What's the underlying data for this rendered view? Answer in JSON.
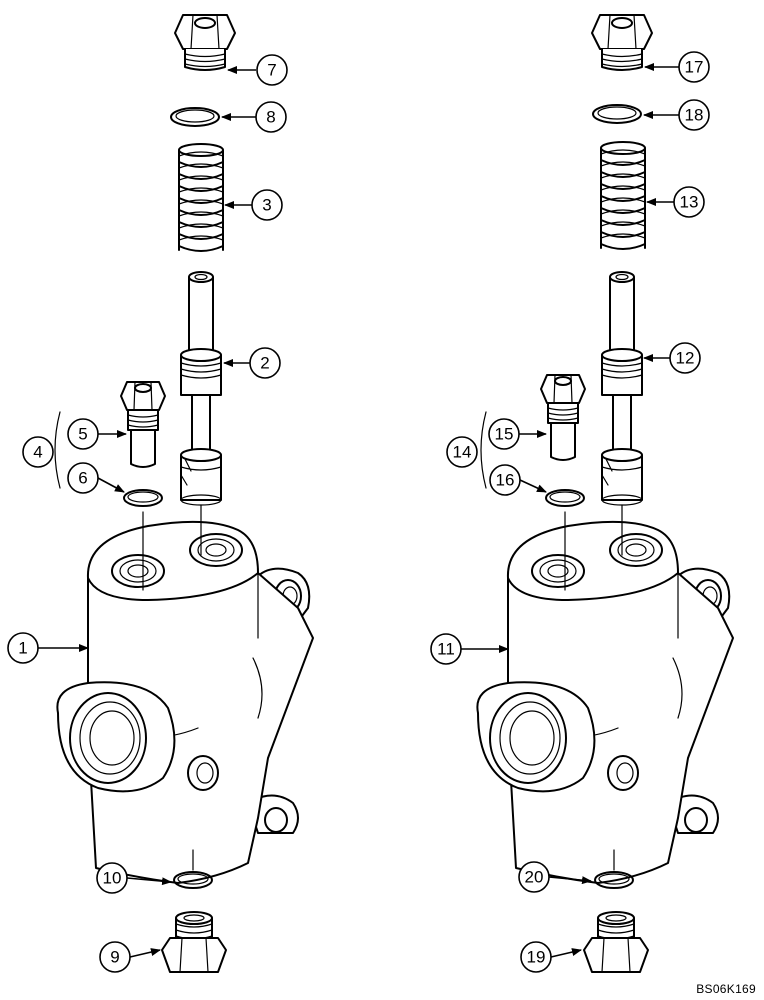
{
  "callouts": {
    "c1": "1",
    "c2": "2",
    "c3": "3",
    "c4": "4",
    "c5": "5",
    "c6": "6",
    "c7": "7",
    "c8": "8",
    "c9": "9",
    "c10": "10",
    "c11": "11",
    "c12": "12",
    "c13": "13",
    "c14": "14",
    "c15": "15",
    "c16": "16",
    "c17": "17",
    "c18": "18",
    "c19": "19",
    "c20": "20"
  },
  "reference_code": "BS06K169"
}
